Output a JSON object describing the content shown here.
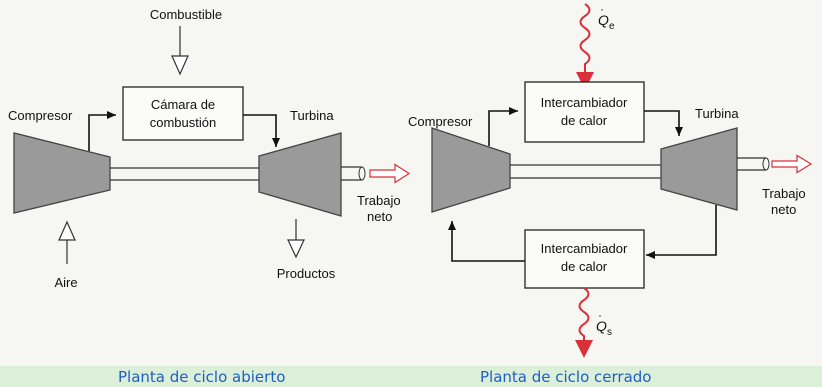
{
  "colors": {
    "background": "#dcefd9",
    "figure_background": "#f6f6f3",
    "machine_fill": "#9a9a9a",
    "heat_arrow": "#d9303a",
    "caption": "#1f5fc4"
  },
  "open_cycle": {
    "fuel_label": "Combustible",
    "chamber_label_line1": "Cámara de",
    "chamber_label_line2": "combustión",
    "compressor_label": "Compresor",
    "turbine_label": "Turbina",
    "work_label_line1": "Trabajo",
    "work_label_line2": "neto",
    "air_label": "Aire",
    "products_label": "Productos",
    "caption": "Planta de ciclo abierto"
  },
  "closed_cycle": {
    "heat_in_symbol": "Q",
    "heat_in_subscript": "e",
    "upper_exchanger_line1": "Intercambiador",
    "upper_exchanger_line2": "de calor",
    "compressor_label": "Compresor",
    "turbine_label": "Turbina",
    "work_label_line1": "Trabajo",
    "work_label_line2": "neto",
    "lower_exchanger_line1": "Intercambiador",
    "lower_exchanger_line2": "de calor",
    "heat_out_symbol": "Q",
    "heat_out_subscript": "s",
    "caption": "Planta de ciclo cerrado"
  }
}
